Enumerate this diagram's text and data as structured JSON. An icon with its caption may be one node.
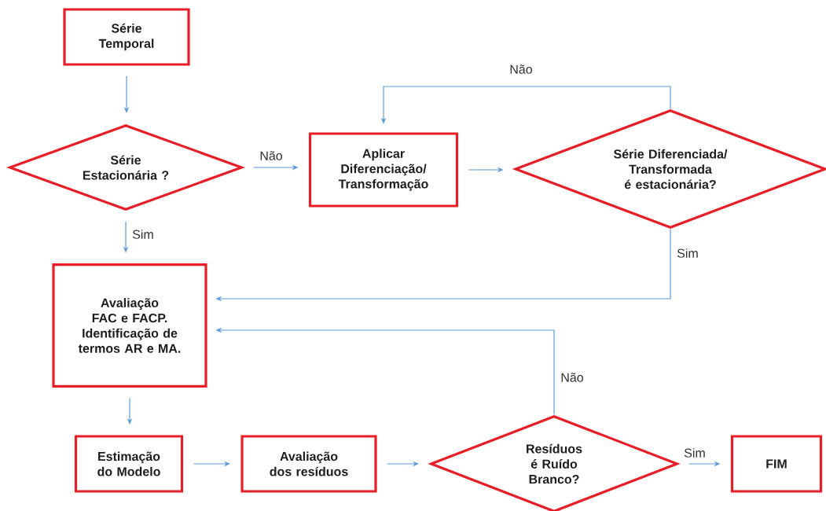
{
  "diagram": {
    "nodes": [
      {
        "text": [
          "Série Temporal"
        ]
      },
      {
        "text": [
          "Série Estacionária ?"
        ]
      },
      {
        "text": [
          "Aplicar Diferenciação/ Transformação"
        ]
      },
      {
        "text": [
          "Série Diferenciada/ Transformada é estacionária?"
        ]
      },
      {
        "text": [
          "Avaliação FAC e FACP. Identificação de termos AR e MA."
        ]
      },
      {
        "text": [
          "Estimação do Modelo"
        ]
      },
      {
        "text": [
          "Avaliação dos resíduos"
        ]
      },
      {
        "text": [
          "Resíduos é Ruído Branco?"
        ]
      },
      {
        "text": [
          "FIM"
        ]
      }
    ],
    "edges": [
      {
        "from": 0,
        "to": 1,
        "arrow": "to"
      },
      {
        "from": 1,
        "to": 2,
        "arrow": "to",
        "label": "Não"
      },
      {
        "from": 2,
        "to": 3,
        "arrow": "to"
      },
      {
        "from": 3,
        "to": 2,
        "arrow": "to",
        "label": "Não"
      },
      {
        "from": 1,
        "to": 4,
        "arrow": "to",
        "label": "Sim"
      },
      {
        "from": 3,
        "to": 4,
        "arrow": "to",
        "label": "Sim"
      },
      {
        "from": 4,
        "to": 5,
        "arrow": "to"
      },
      {
        "from": 5,
        "to": 6,
        "arrow": "to"
      },
      {
        "from": 6,
        "to": 7,
        "arrow": "to"
      },
      {
        "from": 7,
        "to": 4,
        "arrow": "to",
        "label": "Não"
      },
      {
        "from": 7,
        "to": 8,
        "arrow": "to",
        "label": "Sim"
      }
    ]
  }
}
